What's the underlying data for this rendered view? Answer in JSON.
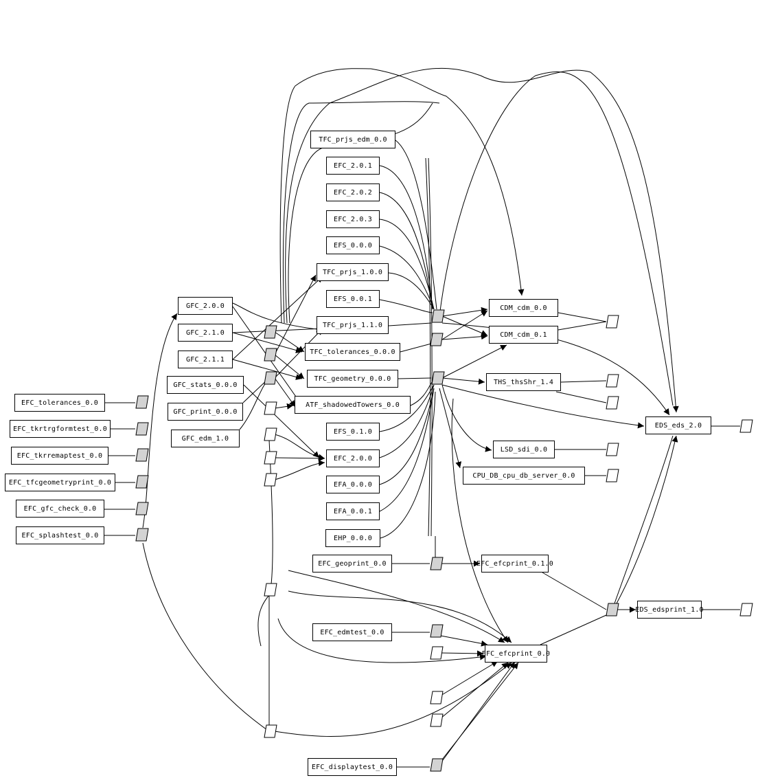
{
  "diagram": {
    "type": "dependency-graph",
    "colors": {
      "stroke": "#000000",
      "box_fill": "#ffffff",
      "connector_filled": "#d3d3d3",
      "connector_empty": "#ffffff"
    },
    "nodes": [
      {
        "id": "gfc_200",
        "label": "GFC_2.0.0"
      },
      {
        "id": "gfc_210",
        "label": "GFC_2.1.0"
      },
      {
        "id": "gfc_211",
        "label": "GFC_2.1.1"
      },
      {
        "id": "gfc_stats",
        "label": "GFC_stats_0.0.0"
      },
      {
        "id": "gfc_print",
        "label": "GFC_print_0.0.0"
      },
      {
        "id": "gfc_edm",
        "label": "GFC_edm_1.0"
      },
      {
        "id": "efc_tolerances",
        "label": "EFC_tolerances_0.0"
      },
      {
        "id": "efc_tkrtrgformtest",
        "label": "EFC_tkrtrgformtest_0.0"
      },
      {
        "id": "efc_tkrremaptest",
        "label": "EFC_tkrremaptest_0.0"
      },
      {
        "id": "efc_tfcgeometryprint",
        "label": "EFC_tfcgeometryprint_0.0"
      },
      {
        "id": "efc_gfc_check",
        "label": "EFC_gfc_check_0.0"
      },
      {
        "id": "efc_splashtest",
        "label": "EFC_splashtest_0.0"
      },
      {
        "id": "tfc_prjs_edm",
        "label": "TFC_prjs_edm_0.0"
      },
      {
        "id": "efc_201",
        "label": "EFC_2.0.1"
      },
      {
        "id": "efc_202",
        "label": "EFC_2.0.2"
      },
      {
        "id": "efc_203",
        "label": "EFC_2.0.3"
      },
      {
        "id": "efs_000",
        "label": "EFS_0.0.0"
      },
      {
        "id": "tfc_prjs_100",
        "label": "TFC_prjs_1.0.0"
      },
      {
        "id": "efs_001",
        "label": "EFS_0.0.1"
      },
      {
        "id": "tfc_prjs_110",
        "label": "TFC_prjs_1.1.0"
      },
      {
        "id": "tfc_tolerances",
        "label": "TFC_tolerances_0.0.0"
      },
      {
        "id": "tfc_geometry",
        "label": "TFC_geometry_0.0.0"
      },
      {
        "id": "atf_shadowed",
        "label": "ATF_shadowedTowers_0.0"
      },
      {
        "id": "efs_010",
        "label": "EFS_0.1.0"
      },
      {
        "id": "efc_200",
        "label": "EFC_2.0.0"
      },
      {
        "id": "efa_000",
        "label": "EFA_0.0.0"
      },
      {
        "id": "efa_001",
        "label": "EFA_0.0.1"
      },
      {
        "id": "ehp_000",
        "label": "EHP_0.0.0"
      },
      {
        "id": "efc_geoprint",
        "label": "EFC_geoprint_0.0"
      },
      {
        "id": "efc_edmtest",
        "label": "EFC_edmtest_0.0"
      },
      {
        "id": "efc_displaytest",
        "label": "EFC_displaytest_0.0"
      },
      {
        "id": "cdm_00",
        "label": "CDM_cdm_0.0"
      },
      {
        "id": "cdm_01",
        "label": "CDM_cdm_0.1"
      },
      {
        "id": "ths",
        "label": "THS_thsShr_1.4"
      },
      {
        "id": "lsd",
        "label": "LSD_sdi_0.0"
      },
      {
        "id": "cpu_db",
        "label": "CPU_DB_cpu_db_server_0.0"
      },
      {
        "id": "eds_20",
        "label": "EDS_eds_2.0"
      },
      {
        "id": "efc_efcprint_010",
        "label": "EFC_efcprint_0.1.0"
      },
      {
        "id": "eds_edsprint",
        "label": "EDS_edsprint_1.0"
      },
      {
        "id": "efc_efcprint_00",
        "label": "EFC_efcprint_0.0"
      }
    ]
  }
}
